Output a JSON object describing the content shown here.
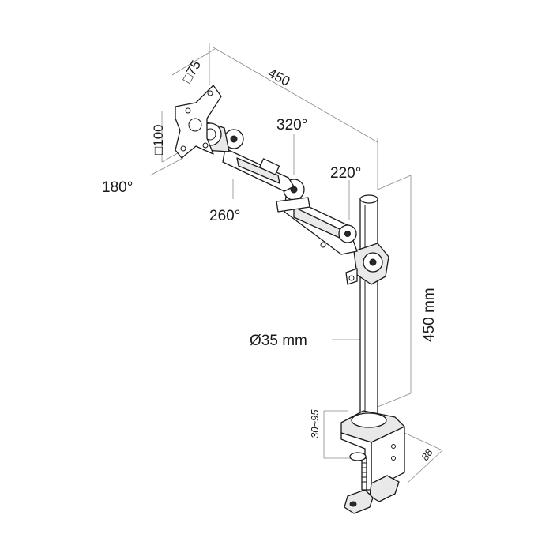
{
  "diagram": {
    "labels": {
      "vesa_small": "□75",
      "vesa_large": "□100",
      "arm_length": "450",
      "rot_180": "180°",
      "rot_260": "260°",
      "rot_320": "320°",
      "rot_220": "220°",
      "pole_diameter": "Ø35 mm",
      "pole_height": "450 mm",
      "clamp_range": "30~95",
      "base_depth": "88"
    }
  }
}
